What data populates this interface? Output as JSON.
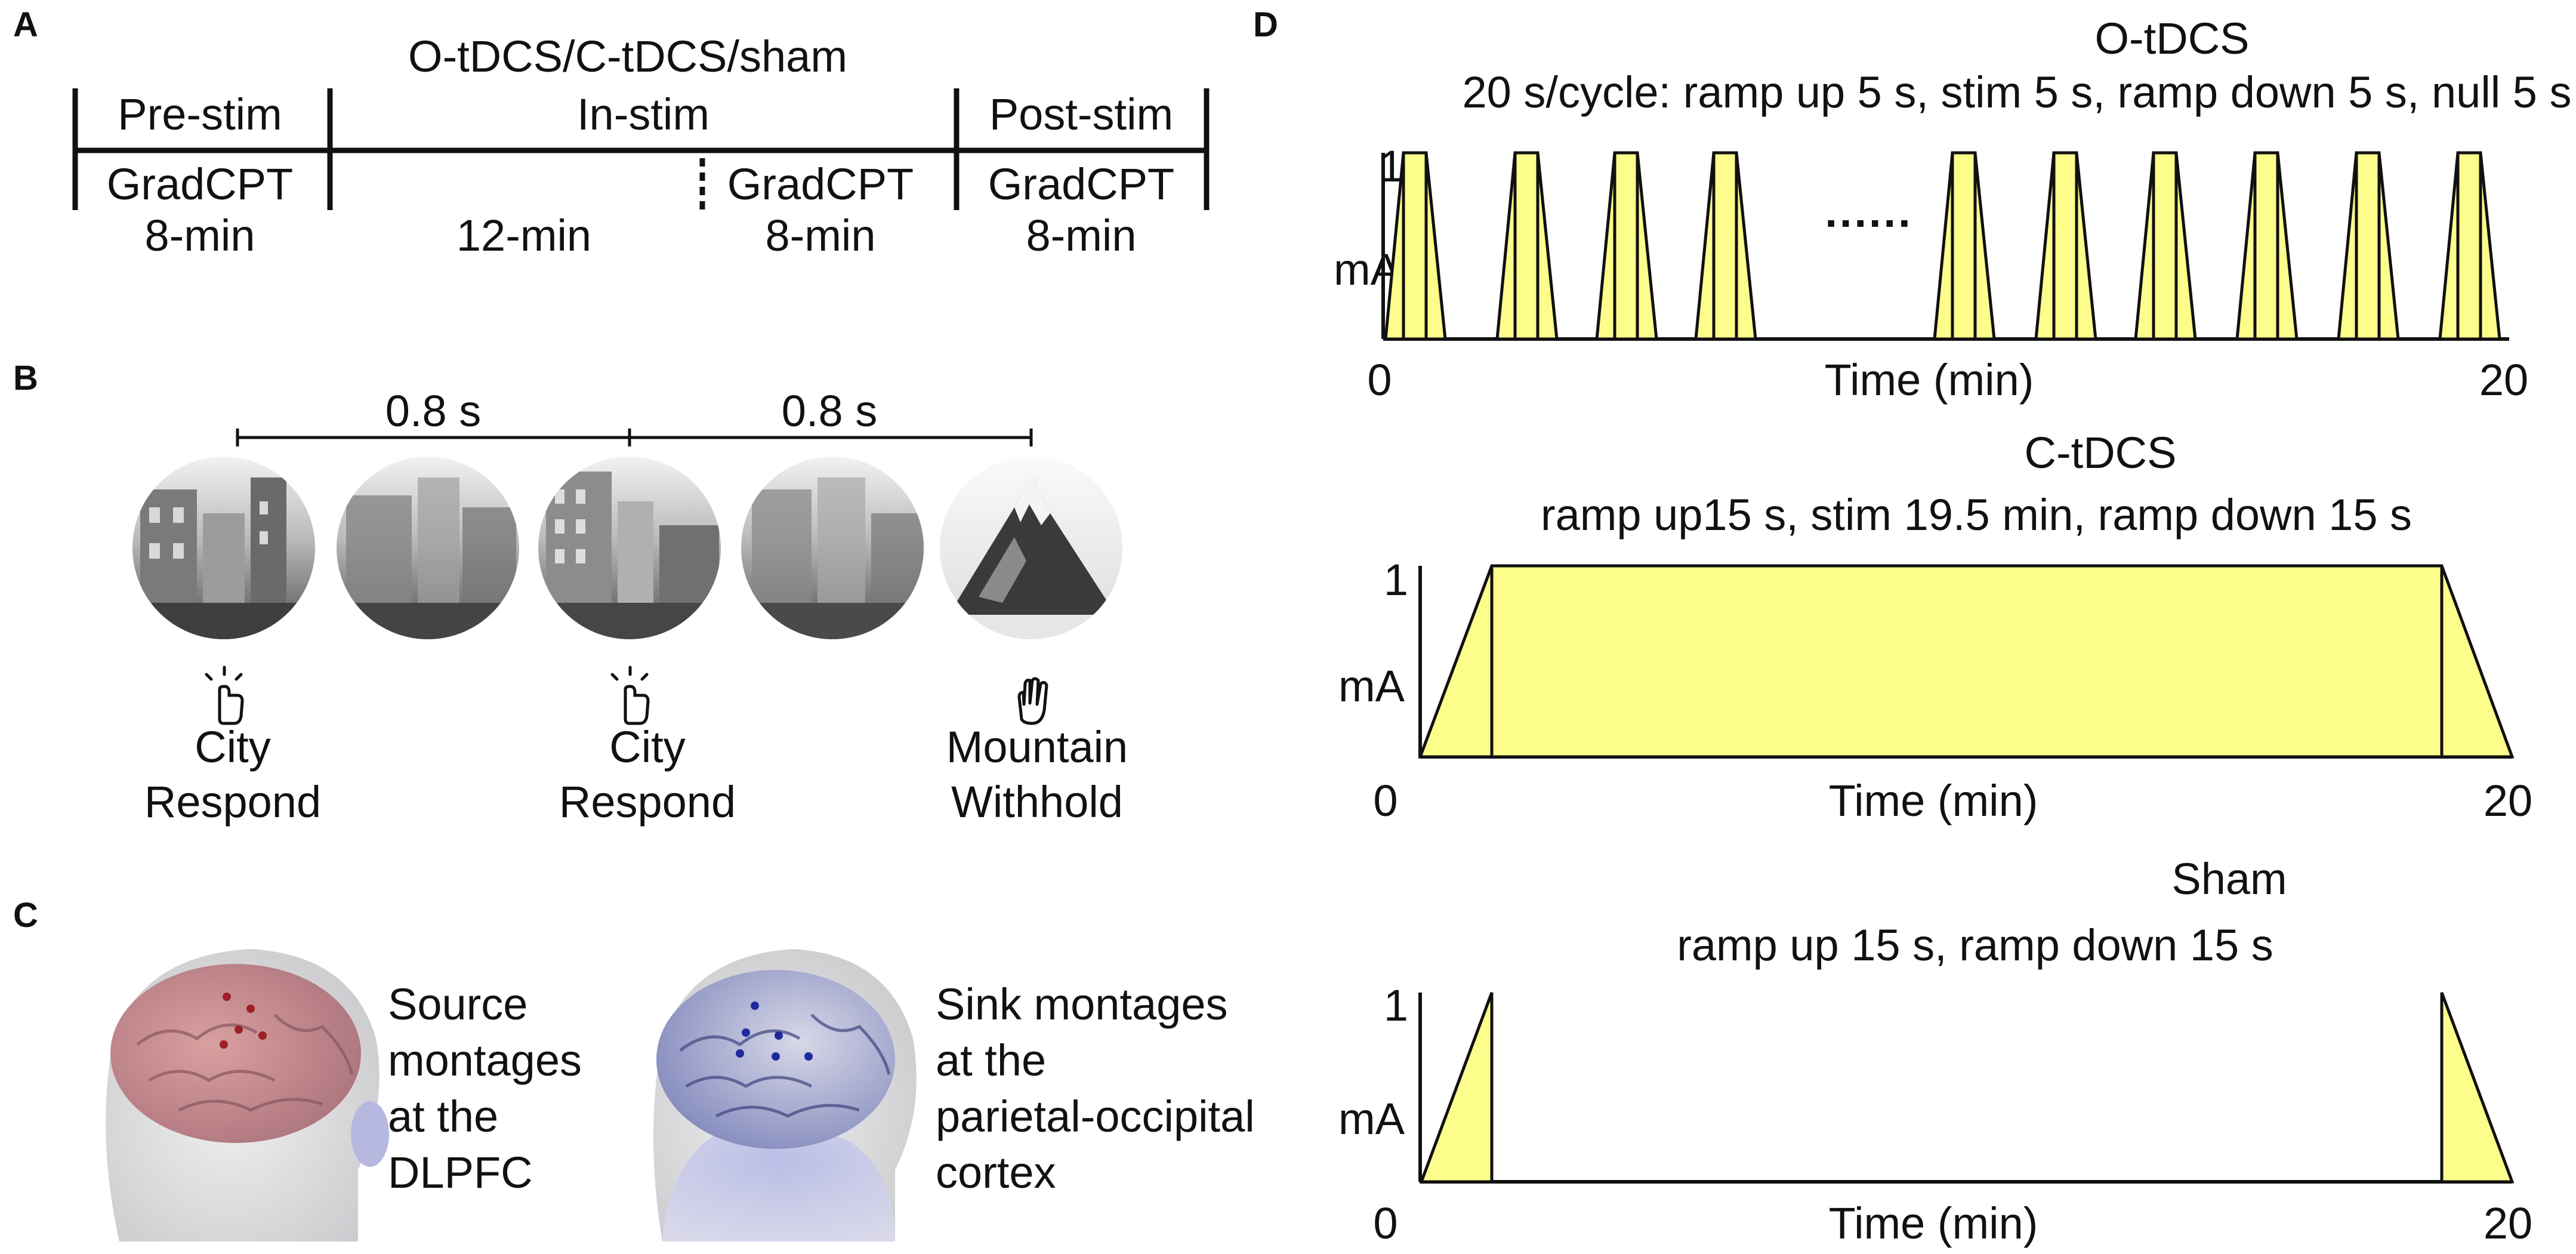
{
  "panels": {
    "a": "A",
    "b": "B",
    "c": "C",
    "d": "D"
  },
  "panel_a": {
    "condition_title": "O-tDCS/C-tDCS/sham",
    "phases": [
      "Pre-stim",
      "In-stim",
      "Post-stim"
    ],
    "task_pre": "GradCPT",
    "dur_pre": "8-min",
    "dur_in": "12-min",
    "task_in": "GradCPT",
    "dur_in_task": "8-min",
    "task_post": "GradCPT",
    "dur_post": "8-min"
  },
  "panel_b": {
    "interval_1": "0.8 s",
    "interval_2": "0.8 s",
    "trials": [
      {
        "scene": "City",
        "response": "Respond",
        "icon": "tap-hand-icon"
      },
      {
        "scene": "City",
        "response": "Respond",
        "icon": "tap-hand-icon"
      },
      {
        "scene": "Mountain",
        "response": "Withhold",
        "icon": "stop-hand-icon"
      }
    ]
  },
  "panel_c": {
    "source": [
      "Source",
      "montages",
      "at the",
      "DLPFC"
    ],
    "sink": [
      "Sink montages",
      "at the",
      "parietal-occipital",
      "cortex"
    ]
  },
  "panel_d": {
    "fill_color": "#fdfd8c",
    "charts": [
      {
        "title": "O-tDCS",
        "subtitle": "20 s/cycle: ramp up 5 s, stim 5 s, ramp down 5 s, null 5 s",
        "ytick": "1",
        "yunit": "mA",
        "xlabel": "Time (min)",
        "xstart": "0",
        "xend": "20",
        "gap_marker": "......"
      },
      {
        "title": "C-tDCS",
        "subtitle": "ramp up15 s, stim 19.5 min, ramp down 15 s",
        "ytick": "1",
        "yunit": "mA",
        "xlabel": "Time (min)",
        "xstart": "0",
        "xend": "20"
      },
      {
        "title": "Sham",
        "subtitle": "ramp up 15 s, ramp down 15 s",
        "ytick": "1",
        "yunit": "mA",
        "xlabel": "Time (min)",
        "xstart": "0",
        "xend": "20"
      }
    ]
  }
}
